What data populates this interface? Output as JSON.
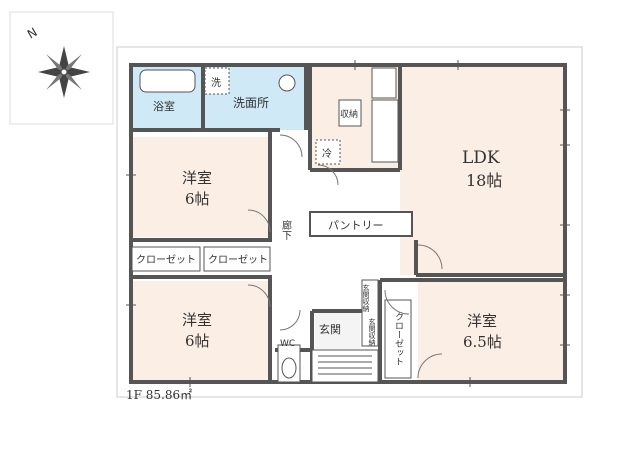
{
  "compass": {
    "north_label": "N"
  },
  "rooms": {
    "bath": "浴室",
    "washroom": "洗面所",
    "washer": "洗",
    "fridge": "冷",
    "storage": "収納",
    "ldk_name": "LDK",
    "ldk_size": "18帖",
    "pantry": "パントリー",
    "hall": "廊下",
    "western1_name": "洋室",
    "western1_size": "6帖",
    "western2_name": "洋室",
    "western2_size": "6帖",
    "western3_name": "洋室",
    "western3_size": "6.5帖",
    "closet_a": "クローゼット",
    "closet_b": "クローゼット",
    "closet_c": "クローゼット",
    "wc": "WC",
    "entrance": "玄関",
    "entrance_storage1": "玄関収納",
    "entrance_storage2": "玄関収納"
  },
  "footer": {
    "area": "1F  85.86㎡"
  },
  "colors": {
    "room_fill": "#fbeee4",
    "water_fill": "#cfe9f7",
    "wall": "#555555",
    "border": "#cccccc"
  }
}
